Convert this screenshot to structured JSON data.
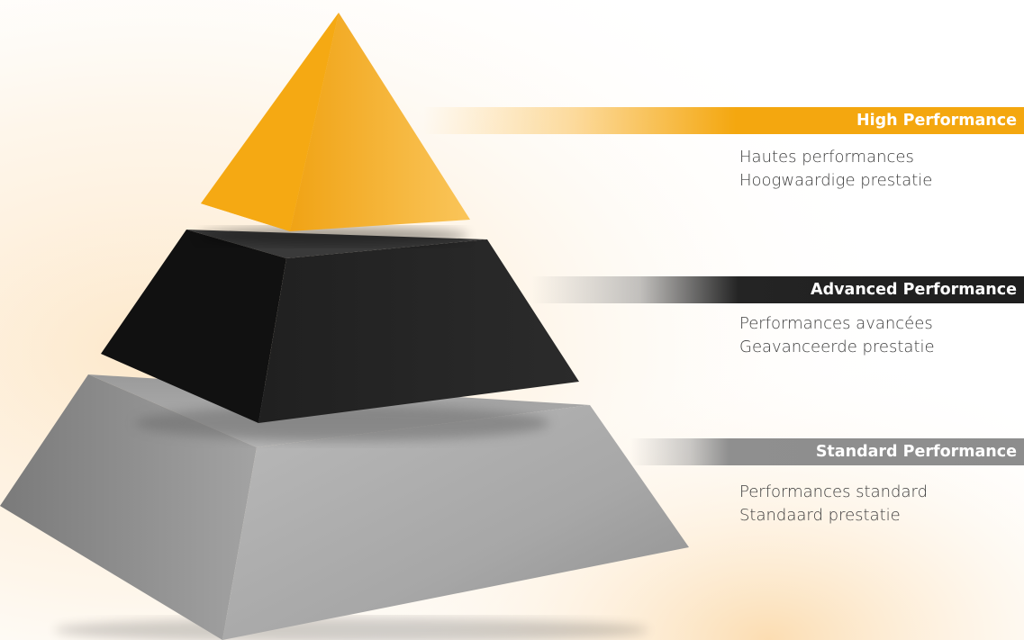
{
  "tiers": {
    "high": {
      "title": "High Performance",
      "fr": "Hautes performances",
      "nl": "Hoogwaardige prestatie",
      "color": "#f4a70f"
    },
    "advanced": {
      "title": "Advanced Performance",
      "fr": "Performances avancées",
      "nl": "Geavanceerde prestatie",
      "color": "#1e1e1e"
    },
    "standard": {
      "title": "Standard Performance",
      "fr": "Performances standard",
      "nl": "Standaard prestatie",
      "color": "#8d8d8d"
    }
  }
}
